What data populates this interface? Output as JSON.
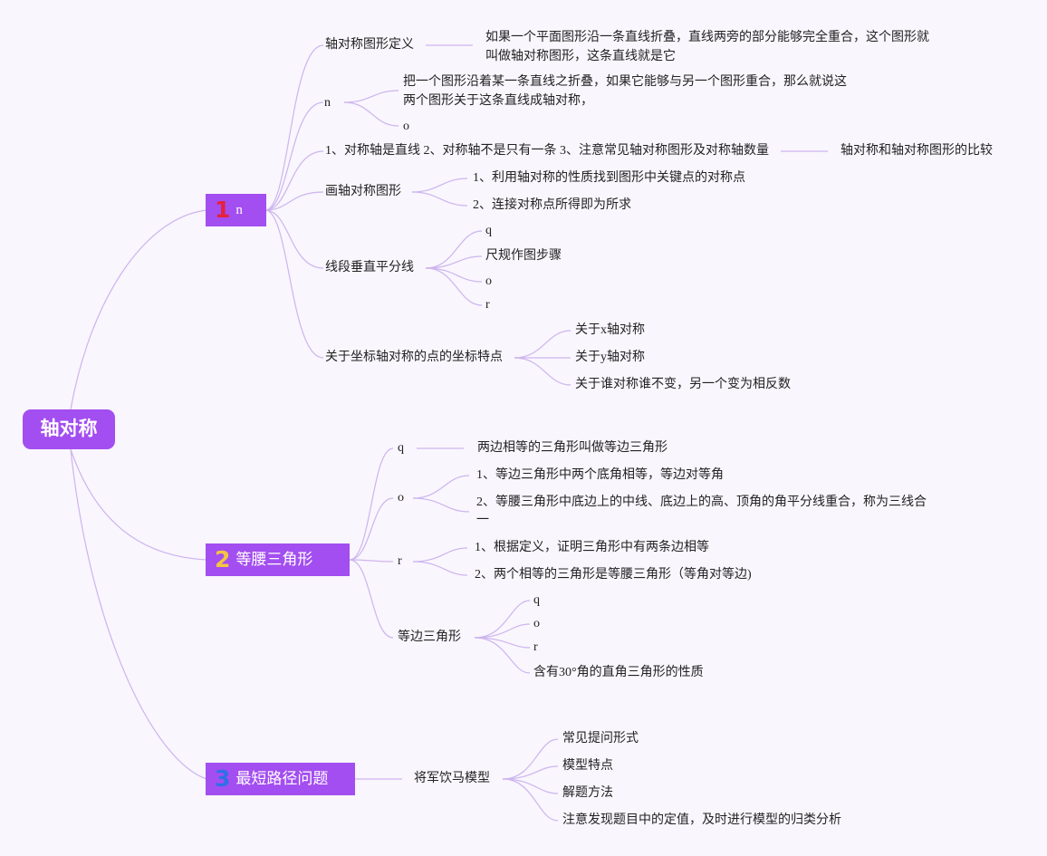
{
  "root": {
    "label": "轴对称"
  },
  "colors": {
    "node_fill": "#a34ef0",
    "edge": "#cdb5ee",
    "num1": "#e5213c",
    "num2": "#f4c542",
    "num3": "#2f6fe8"
  },
  "branch1": {
    "num": "1",
    "label": "n",
    "def_label": "轴对称图形定义",
    "def_text": "如果一个平面图形沿一条直线折叠，直线两旁的部分能够完全重合，这个图形就叫做轴对称图形，这条直线就是它",
    "n_label": "n",
    "n_text": "把一个图形沿着某一条直线之折叠，如果它能够与另一个图形重合，那么就说这两个图形关于这条直线成轴对称，",
    "n_o": "o",
    "props": "1、对称轴是直线 2、对称轴不是只有一条 3、注意常见轴对称图形及对称轴数量",
    "compare": "轴对称和轴对称图形的比较",
    "draw_label": "画轴对称图形",
    "draw_1": "1、利用轴对称的性质找到图形中关键点的对称点",
    "draw_2": "2、连接对称点所得即为所求",
    "bisector_label": "线段垂直平分线",
    "bisector_q": "q",
    "bisector_steps": "尺规作图步骤",
    "bisector_o": "o",
    "bisector_r": "r",
    "coord_label": "关于坐标轴对称的点的坐标特点",
    "coord_x": "关于x轴对称",
    "coord_y": "关于y轴对称",
    "coord_rule": "关于谁对称谁不变，另一个变为相反数"
  },
  "branch2": {
    "num": "2",
    "label": "等腰三角形",
    "q_label": "q",
    "q_text": "两边相等的三角形叫做等边三角形",
    "o_label": "o",
    "o_1": "1、等边三角形中两个底角相等，等边对等角",
    "o_2": "2、等腰三角形中底边上的中线、底边上的高、顶角的角平分线重合，称为三线合一",
    "r_label": "r",
    "r_1": "1、根据定义，证明三角形中有两条边相等",
    "r_2": "2、两个相等的三角形是等腰三角形（等角对等边)",
    "eq_label": "等边三角形",
    "eq_q": "q",
    "eq_o": "o",
    "eq_r": "r",
    "eq_30": "含有30°角的直角三角形的性质"
  },
  "branch3": {
    "num": "3",
    "label": "最短路径问题",
    "model_label": "将军饮马模型",
    "m_1": "常见提问形式",
    "m_2": "模型特点",
    "m_3": "解题方法",
    "m_4": "注意发现题目中的定值，及时进行模型的归类分析"
  }
}
